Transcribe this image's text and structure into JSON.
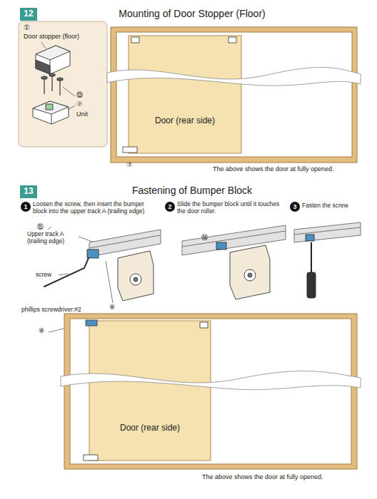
{
  "diagram": {
    "nodes": [
      {
        "text": [
          "12"
        ]
      },
      {
        "text": [
          "Door (rear side)"
        ]
      },
      {
        "text": [
          "13"
        ]
      },
      {
        "text": [
          "1"
        ]
      },
      {
        "text": [
          "2"
        ]
      },
      {
        "text": [
          "3"
        ]
      },
      {
        "text": [
          "Door (rear side)"
        ]
      }
    ],
    "labels": [
      "Mounting of Door Stopper (Floor)",
      "①",
      "Door stopper (floor)",
      "⑬",
      "⑦",
      "Unit",
      "⑦",
      "The above shows the door at fully opened.",
      "Fastening of Bumper Block",
      "Loosen the screw, then insert the bumper block into the upper track A (trailing edge)",
      "⑮",
      "Upper track A (trailing edge)",
      "screw",
      "phillips screwdriver:#2",
      "⑧",
      "Slide the bumper block until it touches the door roller.",
      "⑭",
      "Fasten the screw",
      "⑧",
      "The above shows the door at fully opened."
    ]
  }
}
